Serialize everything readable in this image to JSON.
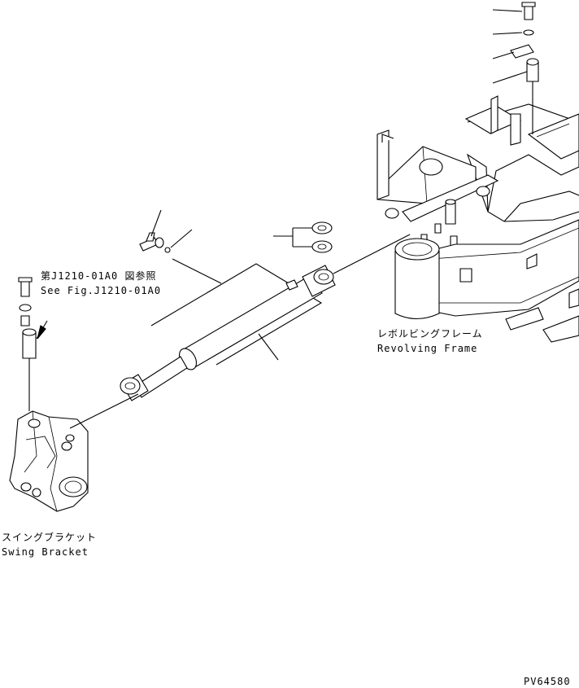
{
  "labels": {
    "ref_jp": "第J1210-01A0 図参照",
    "ref_en": "See Fig.J1210-01A0",
    "frame_jp": "レボルビングフレーム",
    "frame_en": "Revolving Frame",
    "bracket_jp": "スイングブラケット",
    "bracket_en": "Swing Bracket",
    "drawing_no": "PV64580"
  }
}
